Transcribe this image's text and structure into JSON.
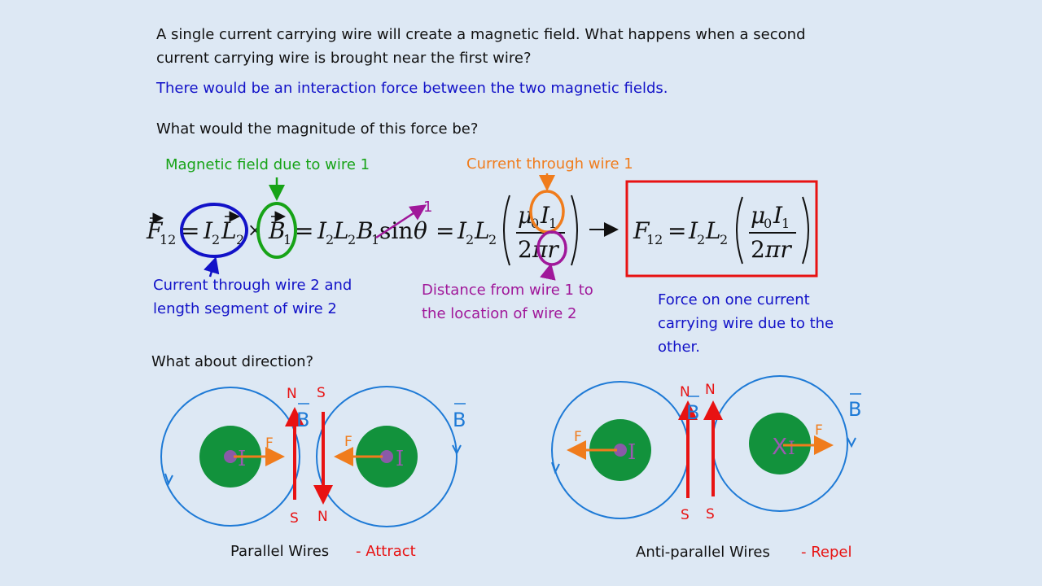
{
  "intro": {
    "line1": "A single current carrying wire will create a magnetic field.  What happens when a second",
    "line2": "current carrying wire is brought near the first wire?",
    "answer": "There would be an interaction force between the two magnetic fields.",
    "question_magnitude": "What would the magnitude of this force be?"
  },
  "labels": {
    "b_field_wire1": "Magnetic field due to wire 1",
    "current_wire1": "Current through wire 1",
    "current_wire2_line1": "Current through wire 2 and",
    "current_wire2_line2": "length segment of wire 2",
    "distance_line1": "Distance from wire 1 to",
    "distance_line2": "the location of  wire 2",
    "force_line1": "Force on one current",
    "force_line2": "carrying wire due to the",
    "force_line3": "other.",
    "sin_one": "1",
    "direction_question": "What about direction?"
  },
  "parallel": {
    "caption": "Parallel Wires",
    "result": "- Attract",
    "pole_n_top": "N",
    "pole_s_top": "S",
    "pole_s_bottom": "S",
    "pole_n_bottom": "N",
    "b_left": "B",
    "b_right": "B",
    "f_left": "F",
    "f_right": "F",
    "i_left": "I",
    "i_right": "I"
  },
  "antiparallel": {
    "caption": "Anti-parallel Wires",
    "result": "- Repel",
    "pole_n_top_left": "N",
    "pole_n_top_right": "N",
    "pole_s_bottom_left": "S",
    "pole_s_bottom_right": "S",
    "b_left": "B",
    "b_right": "B",
    "f_left": "F",
    "f_right": "F",
    "i_left": "I",
    "i_right": "I",
    "x_mark": "X"
  },
  "colors": {
    "field_line": "#1e7ad6",
    "wire_core": "#12923c",
    "magnet": "#e81212",
    "force_arrow": "#f07c1c",
    "box": "#e81212"
  }
}
